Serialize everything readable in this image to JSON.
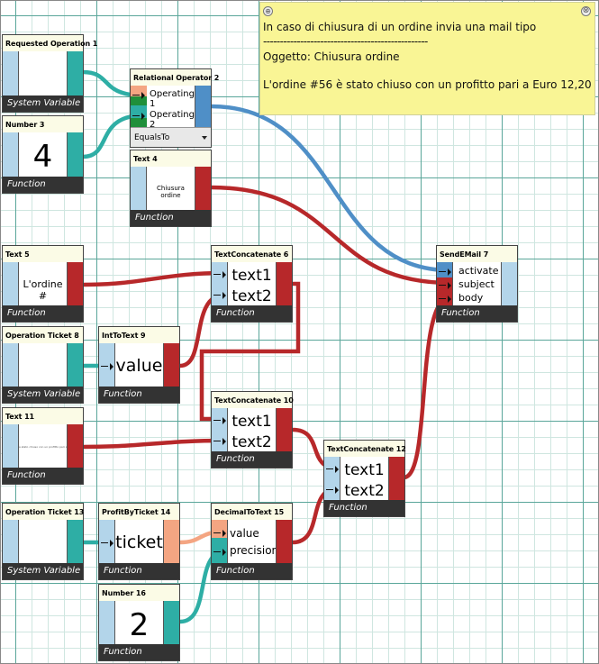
{
  "note": {
    "move_icon": "⊕",
    "close_icon": "⊗",
    "lines": [
      "In caso di chiusura di un ordine invia una mail tipo",
      "-------------------------------------------------",
      "Oggetto: Chiusura ordine",
      "L'ordine #56 è stato chiuso con un profitto pari a Euro 12,20"
    ]
  },
  "nodes": {
    "requested_operation_1": {
      "title": "Requested Operation 1",
      "footer": "System Variable"
    },
    "number_3": {
      "title": "Number 3",
      "value": "4",
      "footer": "Function"
    },
    "relational_operator_2": {
      "title": "Relational Operator 2",
      "input1": "Operating 1",
      "input2": "Operating 2",
      "dropdown": "EqualsTo"
    },
    "text_4": {
      "title": "Text 4",
      "value": "Chiusura ordine",
      "footer": "Function"
    },
    "text_5": {
      "title": "Text 5",
      "value": "L'ordine #",
      "footer": "Function"
    },
    "textconcatenate_6": {
      "title": "TextConcatenate 6",
      "input1": "text1",
      "input2": "text2",
      "footer": "Function"
    },
    "sendemail_7": {
      "title": "SendEMail 7",
      "input1": "activate",
      "input2": "subject",
      "input3": "body",
      "footer": "Function"
    },
    "operation_ticket_8": {
      "title": "Operation Ticket 8",
      "footer": "System Variable"
    },
    "inttotext_9": {
      "title": "IntToText 9",
      "value": "value",
      "footer": "Function"
    },
    "textconcatenate_10": {
      "title": "TextConcatenate 10",
      "input1": "text1",
      "input2": "text2",
      "footer": "Function"
    },
    "text_11": {
      "title": "Text 11",
      "value": "è stato chiuso con un profitto pari a Euro",
      "footer": "Function"
    },
    "textconcatenate_12": {
      "title": "TextConcatenate 12",
      "input1": "text1",
      "input2": "text2",
      "footer": "Function"
    },
    "operation_ticket_13": {
      "title": "Operation Ticket 13",
      "footer": "System Variable"
    },
    "profitbyticket_14": {
      "title": "ProfitByTicket 14",
      "value": "ticket",
      "footer": "Function"
    },
    "decimaltotext_15": {
      "title": "DecimalToText 15",
      "input1": "value",
      "input2": "precision",
      "footer": "Function"
    },
    "number_16": {
      "title": "Number 16",
      "value": "2",
      "footer": "Function"
    }
  },
  "colors": {
    "teal": "#2eaea5",
    "red": "#b7282a",
    "blue": "#4f8fc7",
    "light_blue": "#b3d5ea",
    "salmon": "#f4a582",
    "note": "#f9f595",
    "grid": "#5aa69a"
  }
}
